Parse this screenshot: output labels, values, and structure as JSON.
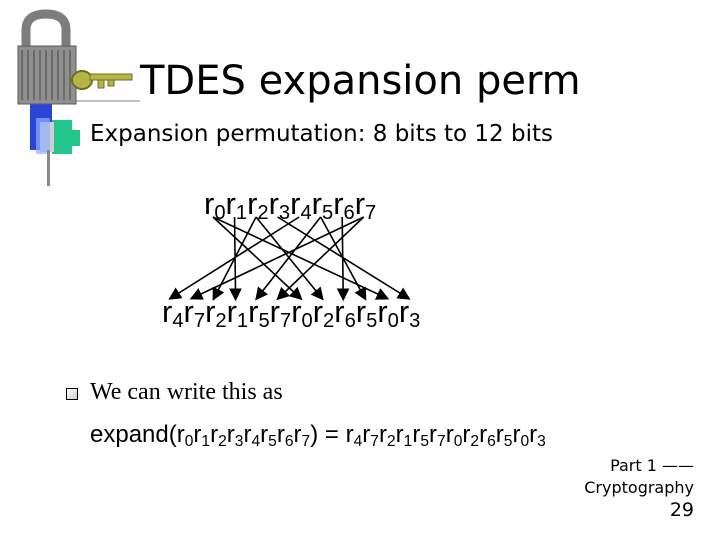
{
  "title": "TDES expansion perm",
  "bullet1": "Expansion permutation: 8 bits to 12 bits",
  "top_perm": [
    "0",
    "1",
    "2",
    "3",
    "4",
    "5",
    "6",
    "7"
  ],
  "bottom_perm": [
    "4",
    "7",
    "2",
    "1",
    "5",
    "7",
    "0",
    "2",
    "6",
    "5",
    "0",
    "3"
  ],
  "bullet2": "We can write this as",
  "expand_prefix": "expand(",
  "expand_mid": ") = ",
  "footer": {
    "line1": "Part 1 ——",
    "line2": "Cryptography",
    "page": "29"
  },
  "colors": {
    "accent_green": "#22c48a",
    "accent_blue": "#2a44d8",
    "lock_gray": "#8a8a8a",
    "key_olive": "#9a9a3a"
  }
}
